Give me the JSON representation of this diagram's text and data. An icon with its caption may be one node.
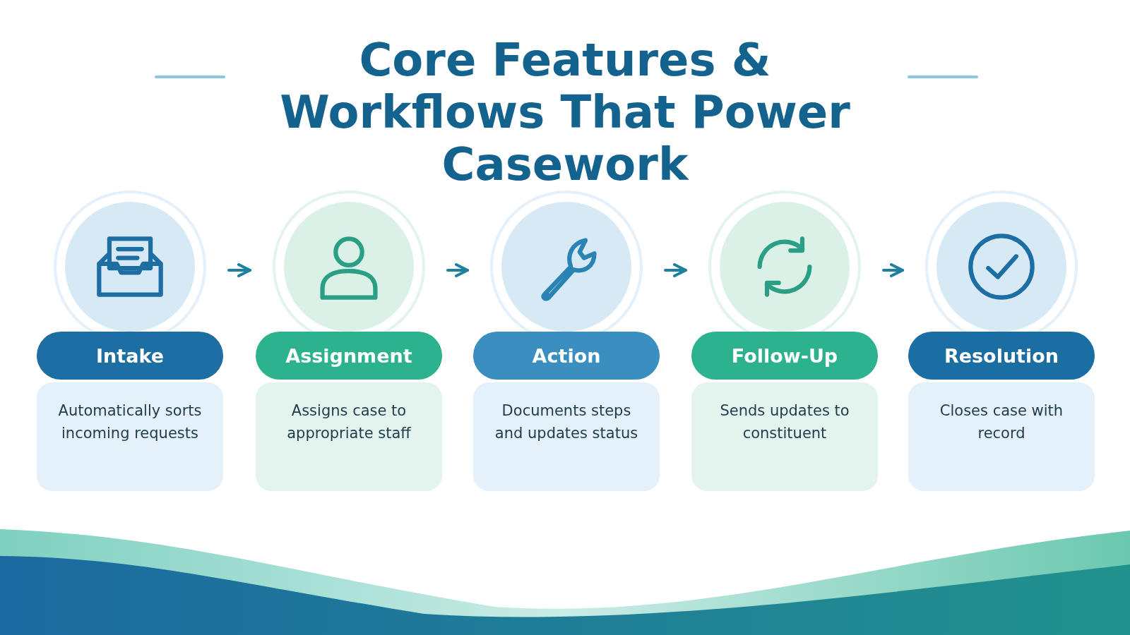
{
  "diagram": {
    "title": "Core Features & Workflows That Power Casework",
    "nodes": [
      {
        "text": [
          "Intake",
          "Automatically sorts incoming requests"
        ]
      },
      {
        "text": [
          "Assignment",
          "Assigns case to appropriate staff"
        ]
      },
      {
        "text": [
          "Action",
          "Documents steps and updates status"
        ]
      },
      {
        "text": [
          "Follow-Up",
          "Sends updates to constituent"
        ]
      },
      {
        "text": [
          "Resolution",
          "Closes case with record"
        ]
      }
    ],
    "edges": [
      {
        "from": 0,
        "to": 1,
        "arrow": "to"
      },
      {
        "from": 1,
        "to": 2,
        "arrow": "to"
      },
      {
        "from": 2,
        "to": 3,
        "arrow": "to"
      },
      {
        "from": 3,
        "to": 4,
        "arrow": "to"
      }
    ]
  }
}
